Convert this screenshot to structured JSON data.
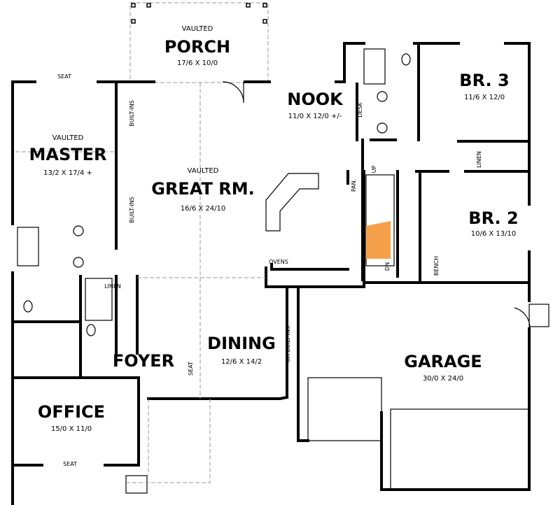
{
  "plan": {
    "accent_color": "#f4a04a",
    "rooms": {
      "porch": {
        "note": "VAULTED",
        "name": "PORCH",
        "size": "17/6 X 10/0"
      },
      "master": {
        "note": "VAULTED",
        "name": "MASTER",
        "size": "13/2 X 17/4 +"
      },
      "great_room": {
        "note": "VAULTED",
        "name": "GREAT RM.",
        "size": "16/6 X 24/10"
      },
      "nook": {
        "name": "NOOK",
        "size": "11/0 X 12/0 +/-"
      },
      "br3": {
        "name": "BR. 3",
        "size": "11/6 X 12/0"
      },
      "br2": {
        "name": "BR. 2",
        "size": "10/6 X 13/10"
      },
      "dining": {
        "name": "DINING",
        "size": "12/6 X 14/2"
      },
      "foyer": {
        "name": "FOYER"
      },
      "garage": {
        "name": "GARAGE",
        "size": "30/0 X 24/0"
      },
      "office": {
        "name": "OFFICE",
        "size": "15/0 X 11/0"
      }
    },
    "labels": {
      "seat_top": "SEAT",
      "builtins_1": "BUILT-INS",
      "builtins_2": "BUILT-INS",
      "desk": "DESK",
      "linen_hall": "LINEN",
      "up": "UP",
      "pan": "PAN.",
      "dn": "DN",
      "bench": "BENCH",
      "ovens": "OVENS",
      "linen_master": "LINEN",
      "or_builtins": "OR BUILT-INS",
      "seat_foyer": "SEAT",
      "seat_office": "SEAT"
    }
  }
}
